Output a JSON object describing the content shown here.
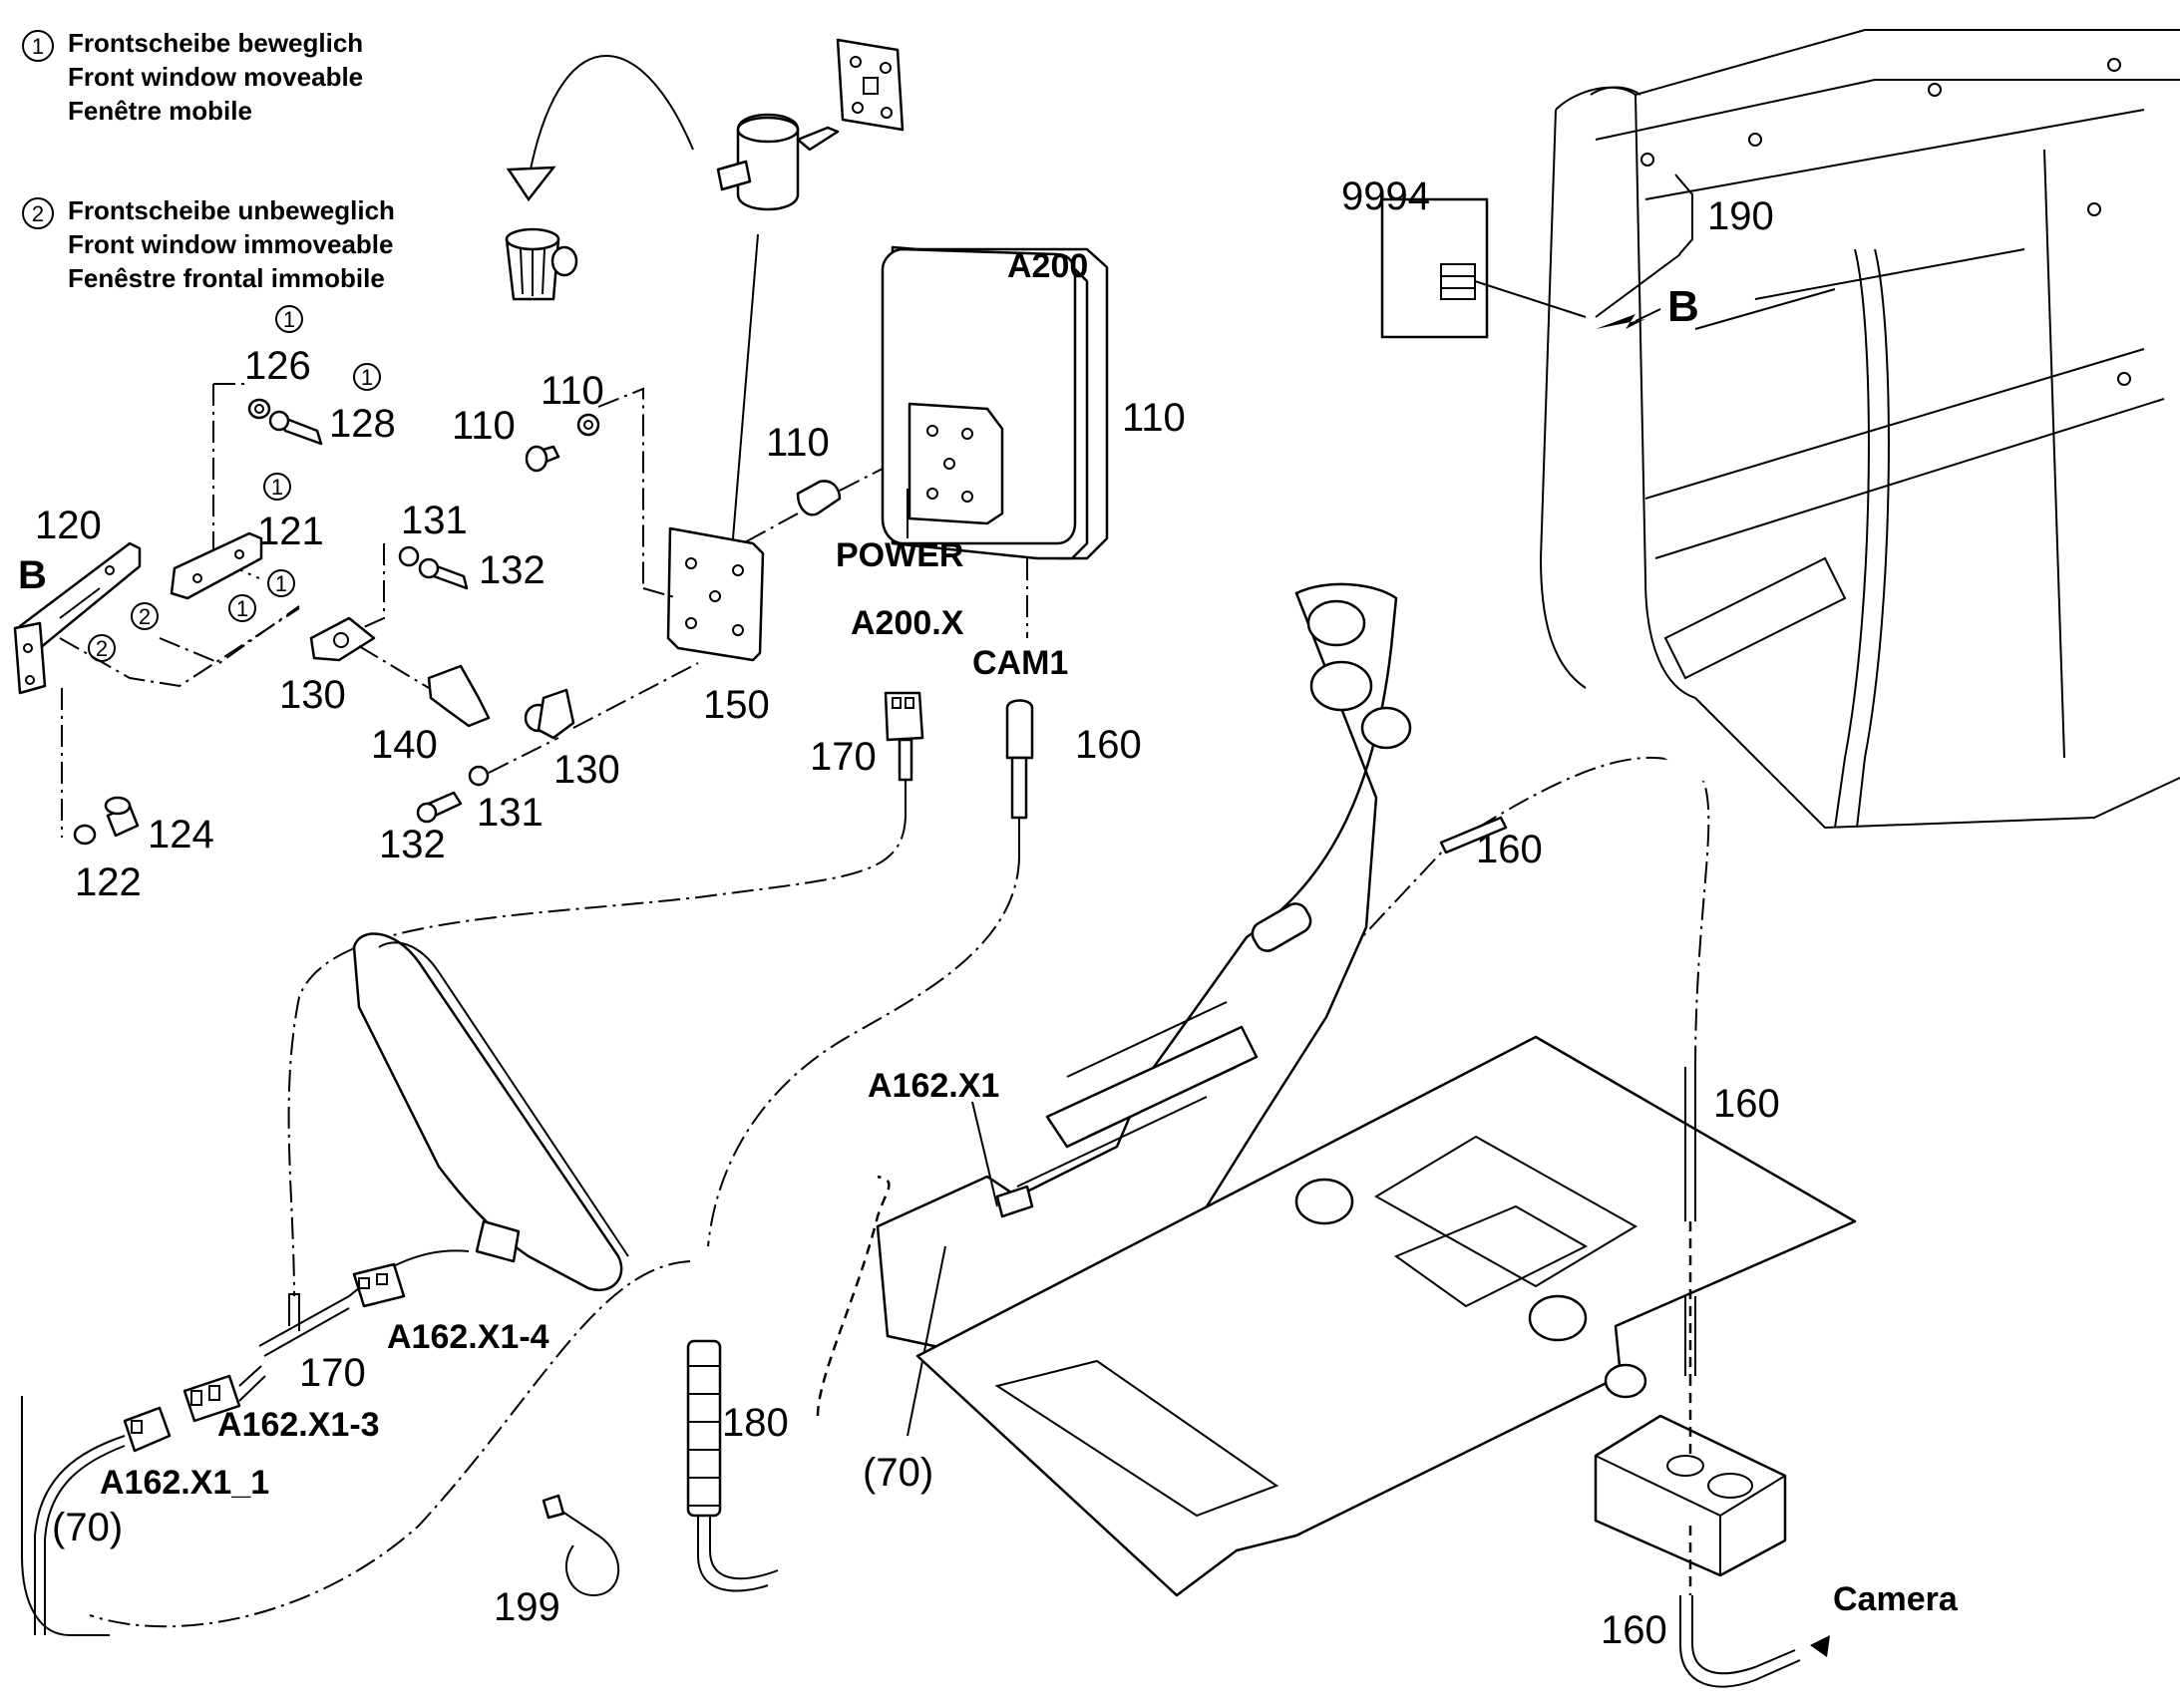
{
  "legend": {
    "item1": {
      "marker": "1",
      "lines": [
        "Frontscheibe beweglich",
        "Front window moveable",
        "Fenêtre mobile"
      ]
    },
    "item2": {
      "marker": "2",
      "lines": [
        "Frontscheibe unbeweglich",
        "Front window immoveable",
        "Fenêstre frontal immobile"
      ]
    }
  },
  "callouts": {
    "a200": "A200",
    "power": "POWER",
    "a200x": "A200.X",
    "cam1": "CAM1",
    "a162x1": "A162.X1",
    "a162x1_4": "A162.X1-4",
    "a162x1_3": "A162.X1-3",
    "a162x1_1": "A162.X1_1",
    "camera": "Camera",
    "view_b_left": "B",
    "view_b_right": "B"
  },
  "part_numbers": {
    "p9994": "9994",
    "p190": "190",
    "p110_frame": "110",
    "p110_spacer": "110",
    "p110_screw": "110",
    "p110_washer": "110",
    "p126": "126",
    "p128": "128",
    "p121": "121",
    "p120": "120",
    "p131_top": "131",
    "p132_top": "132",
    "p130_left": "130",
    "p140": "140",
    "p130_right": "130",
    "p150": "150",
    "p132_bottom": "132",
    "p131_bottom": "131",
    "p124": "124",
    "p122": "122",
    "p170_top": "170",
    "p160_top": "160",
    "p160_mid": "160",
    "p160_right": "160",
    "p160_bottom": "160",
    "p170_bottom": "170",
    "p180": "180",
    "p70_mid": "(70)",
    "p70_left": "(70)",
    "p199": "199"
  },
  "option_markers": {
    "m126": "1",
    "m128": "1",
    "m121": "1",
    "m_a": "1",
    "m_b": "1",
    "m_c": "2",
    "m_d": "2"
  }
}
